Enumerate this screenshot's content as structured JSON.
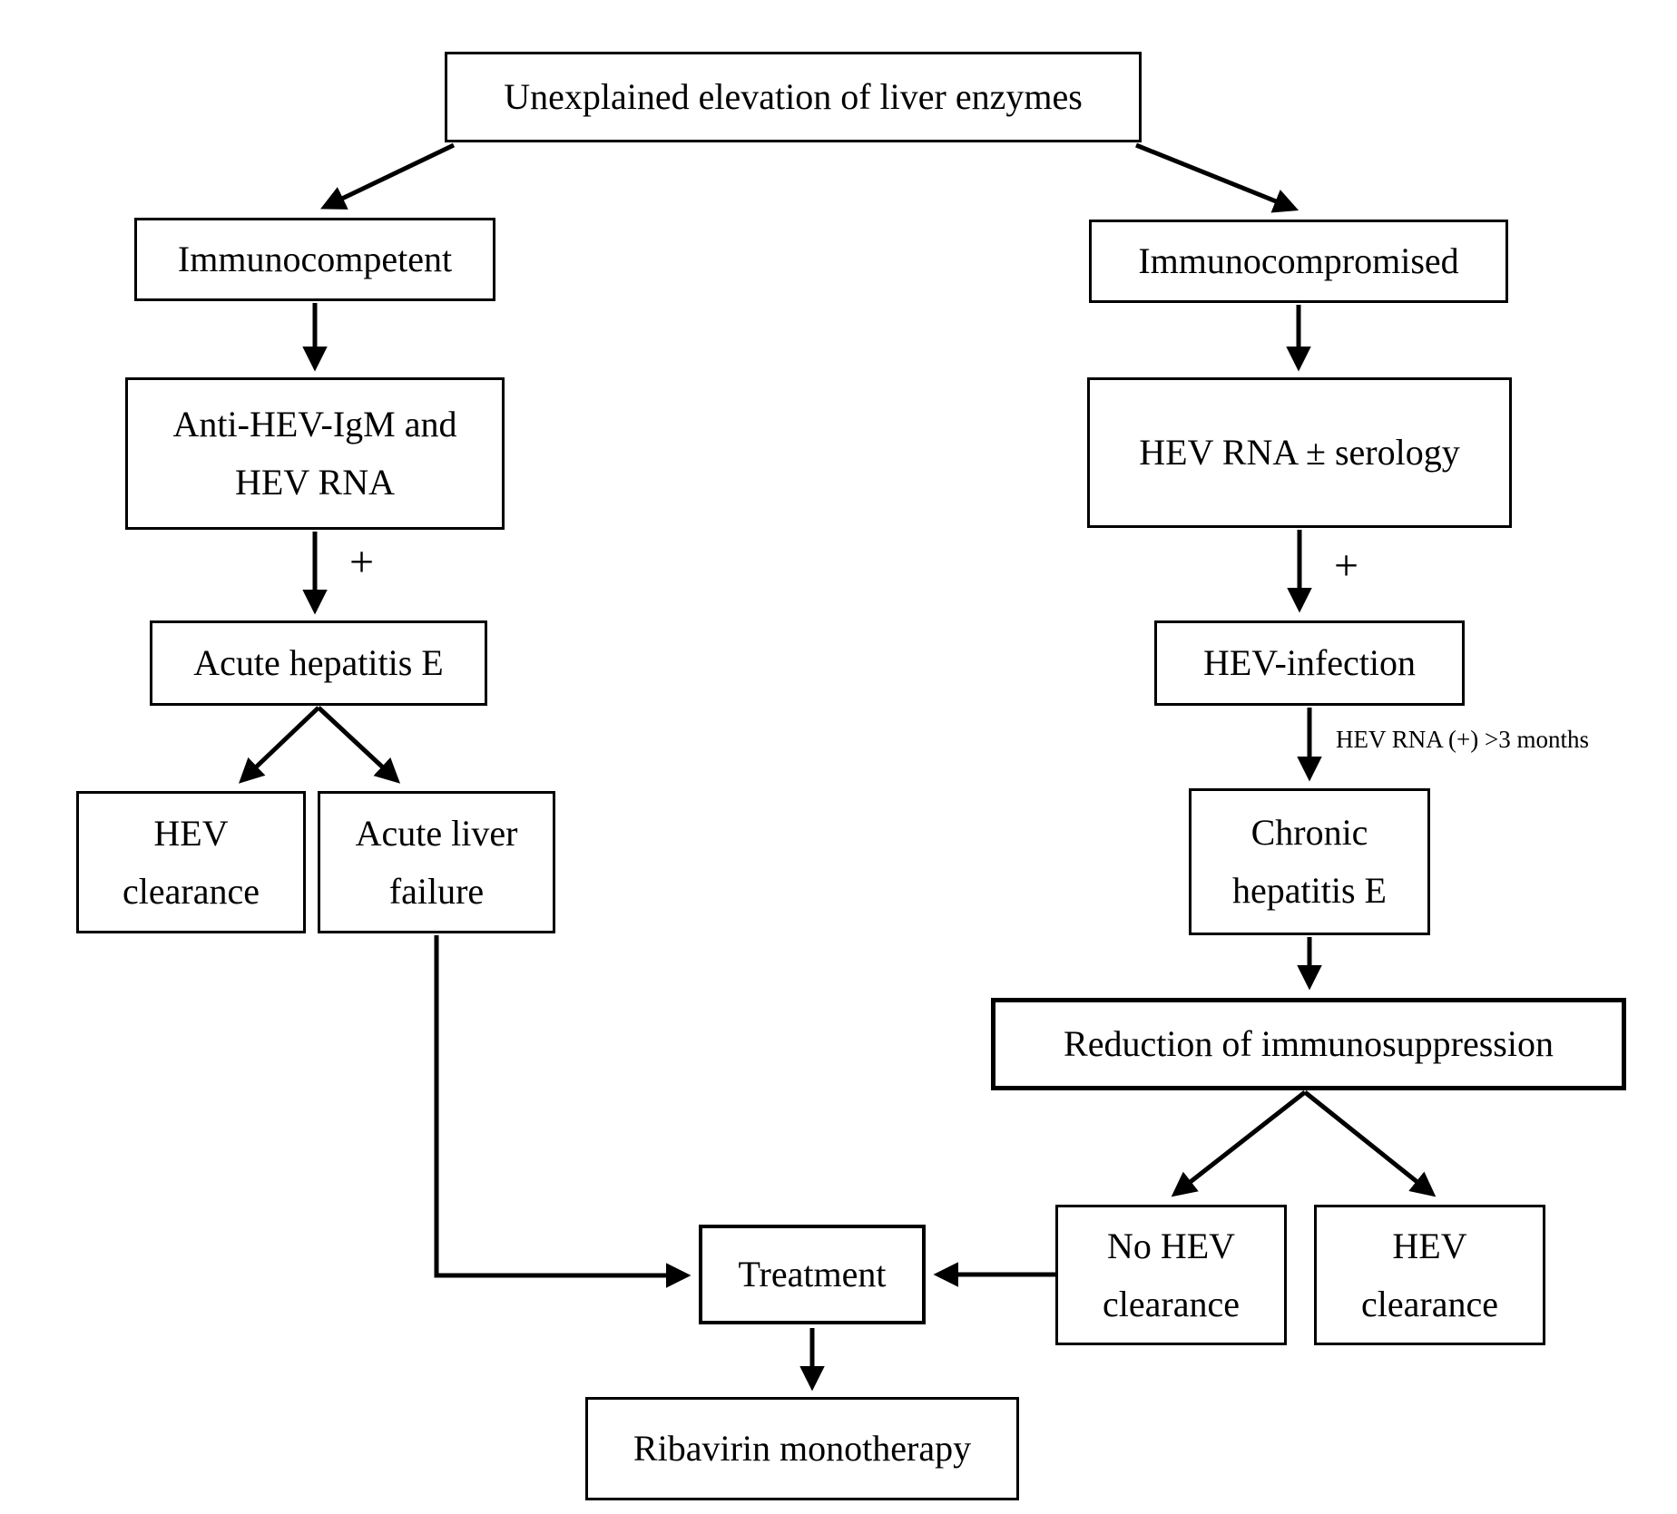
{
  "nodes": {
    "unexplained": "Unexplained elevation of liver enzymes",
    "immunocompetent": "Immunocompetent",
    "anti_hev_igm": "Anti-HEV-IgM and\nHEV RNA",
    "acute_hepatitis_e": "Acute hepatitis E",
    "hev_clearance_left": "HEV\nclearance",
    "acute_liver_failure": "Acute liver\nfailure",
    "immunocompromised": "Immunocompromised",
    "hev_rna_serology": "HEV RNA ± serology",
    "hev_infection": "HEV-infection",
    "chronic_hepatitis_e": "Chronic\nhepatitis E",
    "reduction_immunosuppression": "Reduction of immunosuppression",
    "no_hev_clearance": "No HEV\nclearance",
    "hev_clearance_right": "HEV\nclearance",
    "treatment": "Treatment",
    "ribavirin_monotherapy": "Ribavirin monotherapy"
  },
  "edge_labels": {
    "positive_left": "+",
    "positive_right": "+",
    "hev_rna_3_months": "HEV RNA (+) >3 months"
  },
  "colors": {
    "line": "#000000",
    "background": "#ffffff",
    "text": "#000000"
  }
}
